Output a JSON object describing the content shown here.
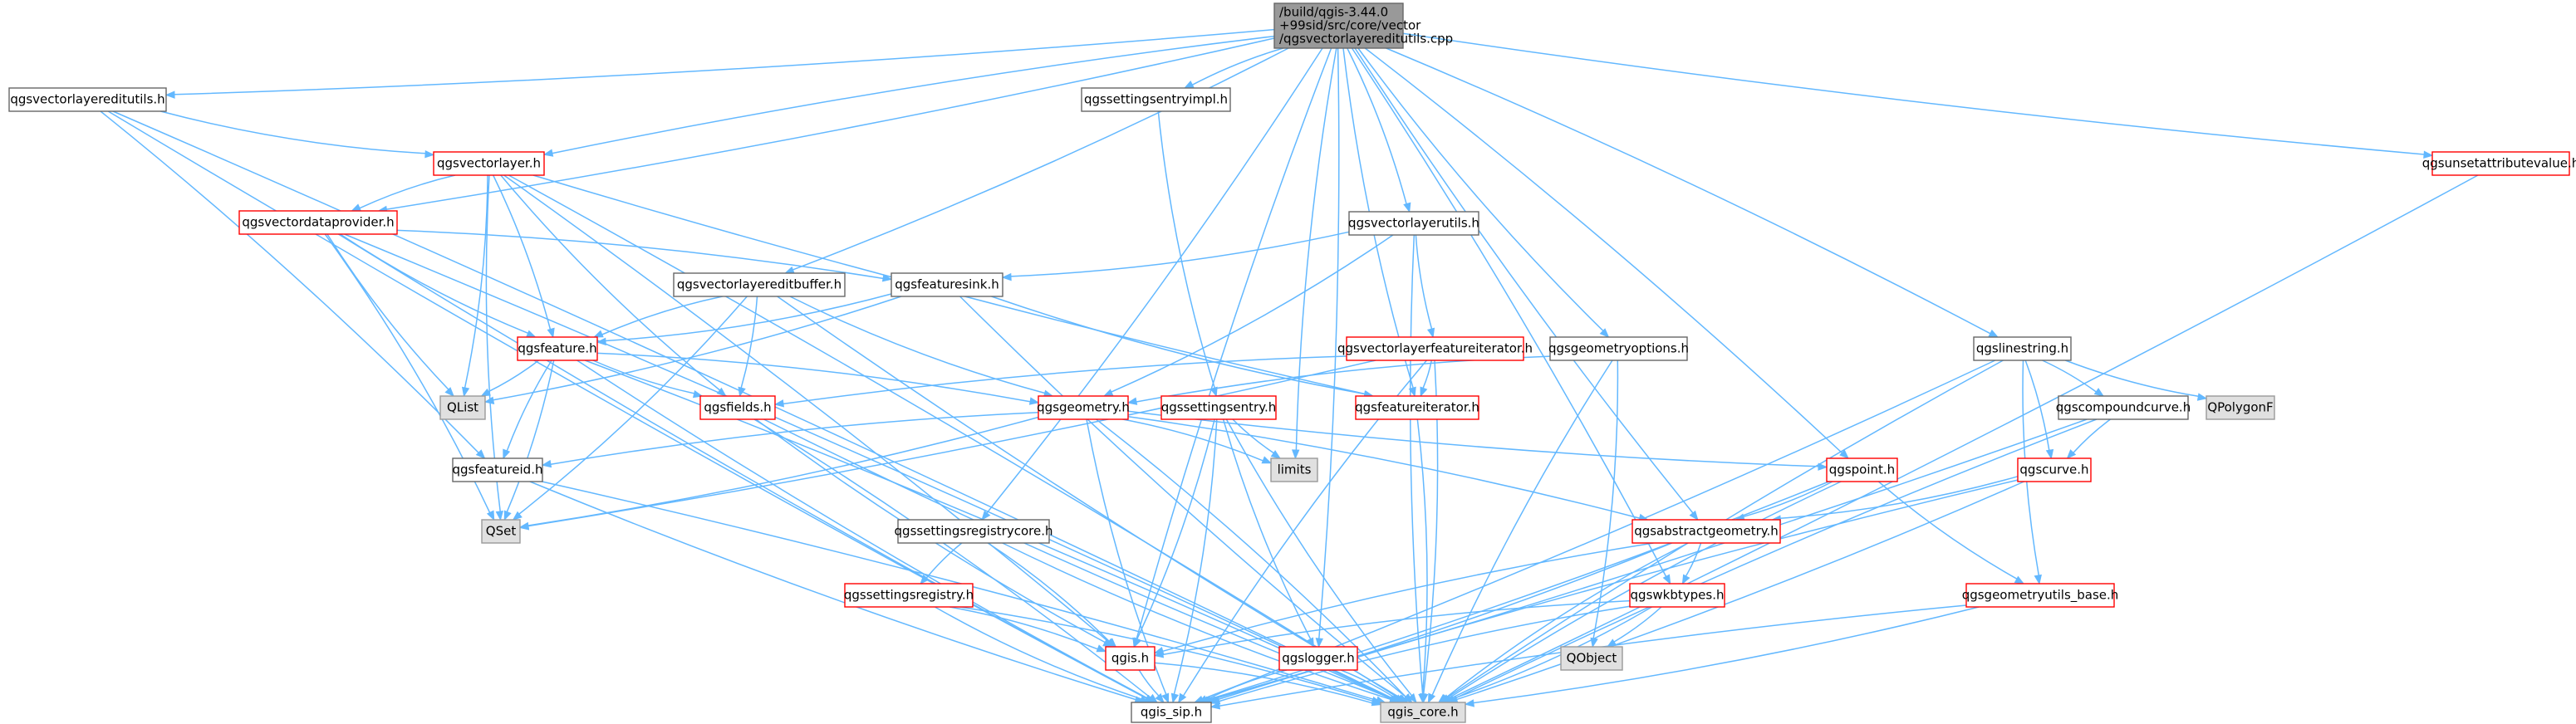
{
  "diagram": {
    "kind": "include-dependency-graph",
    "colors": {
      "edge": "#63b8ff",
      "root_fill": "#999999",
      "root_border": "#666666",
      "normal_fill": "#ffffff",
      "normal_border": "#666666",
      "truncated_border": "#ff0000",
      "external_fill": "#e0e0e0",
      "external_border": "#999999",
      "text": "#000000"
    },
    "nodes": [
      {
        "id": "root",
        "lines": [
          "/build/qgis-3.44.0",
          "+99sid/src/core/vector",
          "/qgsvectorlayereditutils.cpp"
        ],
        "style": "root"
      },
      {
        "id": "qgsvectorlayereditutils_h",
        "lines": [
          "qgsvectorlayereditutils.h"
        ],
        "style": "normal"
      },
      {
        "id": "qgsvectorlayer_h",
        "lines": [
          "qgsvectorlayer.h"
        ],
        "style": "truncated"
      },
      {
        "id": "qgsvectordataprovider_h",
        "lines": [
          "qgsvectordataprovider.h"
        ],
        "style": "truncated"
      },
      {
        "id": "qgssettingsentryimpl_h",
        "lines": [
          "qgssettingsentryimpl.h"
        ],
        "style": "normal"
      },
      {
        "id": "qgsvectorlayerutils_h",
        "lines": [
          "qgsvectorlayerutils.h"
        ],
        "style": "normal"
      },
      {
        "id": "qgsunsetattributevalue_h",
        "lines": [
          "qgsunsetattributevalue.h"
        ],
        "style": "truncated"
      },
      {
        "id": "qgsvectorlayereditbuffer_h",
        "lines": [
          "qgsvectorlayereditbuffer.h"
        ],
        "style": "normal"
      },
      {
        "id": "qgsfeaturesink_h",
        "lines": [
          "qgsfeaturesink.h"
        ],
        "style": "normal"
      },
      {
        "id": "qgsvectorlayerfeatureiterator_h",
        "lines": [
          "qgsvectorlayerfeatureiterator.h"
        ],
        "style": "truncated"
      },
      {
        "id": "qgsgeometryoptions_h",
        "lines": [
          "qgsgeometryoptions.h"
        ],
        "style": "normal"
      },
      {
        "id": "qgslinestring_h",
        "lines": [
          "qgslinestring.h"
        ],
        "style": "normal"
      },
      {
        "id": "qgsfeature_h",
        "lines": [
          "qgsfeature.h"
        ],
        "style": "truncated"
      },
      {
        "id": "QList",
        "lines": [
          "QList"
        ],
        "style": "external"
      },
      {
        "id": "qgsfields_h",
        "lines": [
          "qgsfields.h"
        ],
        "style": "truncated"
      },
      {
        "id": "qgsgeometry_h",
        "lines": [
          "qgsgeometry.h"
        ],
        "style": "truncated"
      },
      {
        "id": "qgssettingsentry_h",
        "lines": [
          "qgssettingsentry.h"
        ],
        "style": "truncated"
      },
      {
        "id": "qgsfeatureiterator_h",
        "lines": [
          "qgsfeatureiterator.h"
        ],
        "style": "truncated"
      },
      {
        "id": "qgscompoundcurve_h",
        "lines": [
          "qgscompoundcurve.h"
        ],
        "style": "normal"
      },
      {
        "id": "QPolygonF",
        "lines": [
          "QPolygonF"
        ],
        "style": "external"
      },
      {
        "id": "limits",
        "lines": [
          "limits"
        ],
        "style": "external"
      },
      {
        "id": "qgspoint_h",
        "lines": [
          "qgspoint.h"
        ],
        "style": "truncated"
      },
      {
        "id": "qgscurve_h",
        "lines": [
          "qgscurve.h"
        ],
        "style": "truncated"
      },
      {
        "id": "qgsfeatureid_h",
        "lines": [
          "qgsfeatureid.h"
        ],
        "style": "normal"
      },
      {
        "id": "QSet",
        "lines": [
          "QSet"
        ],
        "style": "external"
      },
      {
        "id": "qgssettingsregistrycore_h",
        "lines": [
          "qgssettingsregistrycore.h"
        ],
        "style": "normal"
      },
      {
        "id": "qgsabstractgeometry_h",
        "lines": [
          "qgsabstractgeometry.h"
        ],
        "style": "truncated"
      },
      {
        "id": "qgssettingsregistry_h",
        "lines": [
          "qgssettingsregistry.h"
        ],
        "style": "truncated"
      },
      {
        "id": "qgswkbtypes_h",
        "lines": [
          "qgswkbtypes.h"
        ],
        "style": "truncated"
      },
      {
        "id": "qgsgeometryutils_base_h",
        "lines": [
          "qgsgeometryutils_base.h"
        ],
        "style": "truncated"
      },
      {
        "id": "qgis_h",
        "lines": [
          "qgis.h"
        ],
        "style": "truncated"
      },
      {
        "id": "qgslogger_h",
        "lines": [
          "qgslogger.h"
        ],
        "style": "truncated"
      },
      {
        "id": "QObject",
        "lines": [
          "QObject"
        ],
        "style": "external"
      },
      {
        "id": "qgis_sip_h",
        "lines": [
          "qgis_sip.h"
        ],
        "style": "normal"
      },
      {
        "id": "qgis_core_h",
        "lines": [
          "qgis_core.h"
        ],
        "style": "external"
      }
    ],
    "edges": [
      [
        "root",
        "qgsvectorlayereditutils_h"
      ],
      [
        "root",
        "qgsvectorlayer_h"
      ],
      [
        "root",
        "qgsvectordataprovider_h"
      ],
      [
        "root",
        "qgssettingsentryimpl_h"
      ],
      [
        "root",
        "qgsvectorlayerutils_h"
      ],
      [
        "root",
        "qgsunsetattributevalue_h"
      ],
      [
        "root",
        "qgsvectorlayereditbuffer_h"
      ],
      [
        "root",
        "qgsgeometryoptions_h"
      ],
      [
        "root",
        "qgslinestring_h"
      ],
      [
        "root",
        "qgsfeatureiterator_h"
      ],
      [
        "root",
        "qgssettingsregistrycore_h"
      ],
      [
        "root",
        "qgsabstractgeometry_h"
      ],
      [
        "root",
        "qgswkbtypes_h"
      ],
      [
        "root",
        "qgis_h"
      ],
      [
        "root",
        "qgslogger_h"
      ],
      [
        "root",
        "limits"
      ],
      [
        "root",
        "qgspoint_h"
      ],
      [
        "qgsvectorlayereditutils_h",
        "qgsvectorlayer_h"
      ],
      [
        "qgsvectorlayereditutils_h",
        "qgsfeatureid_h"
      ],
      [
        "qgsvectorlayereditutils_h",
        "qgis_sip_h"
      ],
      [
        "qgsvectorlayereditutils_h",
        "qgis_core_h"
      ],
      [
        "qgsvectorlayer_h",
        "qgsvectordataprovider_h"
      ],
      [
        "qgsvectorlayer_h",
        "qgsfeature_h"
      ],
      [
        "qgsvectorlayer_h",
        "qgsfields_h"
      ],
      [
        "qgsvectorlayer_h",
        "QList"
      ],
      [
        "qgsvectorlayer_h",
        "QSet"
      ],
      [
        "qgsvectorlayer_h",
        "qgis_h"
      ],
      [
        "qgsvectorlayer_h",
        "qgsfeatureiterator_h"
      ],
      [
        "qgsvectorlayer_h",
        "qgis_core_h"
      ],
      [
        "qgsvectordataprovider_h",
        "qgsfeature_h"
      ],
      [
        "qgsvectordataprovider_h",
        "qgsfeaturesink_h"
      ],
      [
        "qgsvectordataprovider_h",
        "QList"
      ],
      [
        "qgsvectordataprovider_h",
        "QSet"
      ],
      [
        "qgsvectordataprovider_h",
        "qgis_sip_h"
      ],
      [
        "qgsvectordataprovider_h",
        "qgis_core_h"
      ],
      [
        "qgssettingsentryimpl_h",
        "qgssettingsentry_h"
      ],
      [
        "qgsvectorlayerutils_h",
        "qgsfeaturesink_h"
      ],
      [
        "qgsvectorlayerutils_h",
        "qgsvectorlayerfeatureiterator_h"
      ],
      [
        "qgsvectorlayerutils_h",
        "qgsgeometry_h"
      ],
      [
        "qgsvectorlayerutils_h",
        "qgis_core_h"
      ],
      [
        "qgsunsetattributevalue_h",
        "qgis_core_h"
      ],
      [
        "qgsvectorlayereditbuffer_h",
        "qgsfeature_h"
      ],
      [
        "qgsvectorlayereditbuffer_h",
        "qgsfields_h"
      ],
      [
        "qgsvectorlayereditbuffer_h",
        "qgsgeometry_h"
      ],
      [
        "qgsvectorlayereditbuffer_h",
        "QSet"
      ],
      [
        "qgsvectorlayereditbuffer_h",
        "qgis_core_h"
      ],
      [
        "qgsfeaturesink_h",
        "qgsfeature_h"
      ],
      [
        "qgsfeaturesink_h",
        "qgsfeatureiterator_h"
      ],
      [
        "qgsfeaturesink_h",
        "QList"
      ],
      [
        "qgsfeaturesink_h",
        "qgis_core_h"
      ],
      [
        "qgsvectorlayerfeatureiterator_h",
        "qgsfeatureiterator_h"
      ],
      [
        "qgsvectorlayerfeatureiterator_h",
        "qgsfields_h"
      ],
      [
        "qgsvectorlayerfeatureiterator_h",
        "QSet"
      ],
      [
        "qgsvectorlayerfeatureiterator_h",
        "qgis_sip_h"
      ],
      [
        "qgsvectorlayerfeatureiterator_h",
        "qgis_core_h"
      ],
      [
        "qgsgeometryoptions_h",
        "qgsgeometry_h"
      ],
      [
        "qgsgeometryoptions_h",
        "QObject"
      ],
      [
        "qgsgeometryoptions_h",
        "qgis_core_h"
      ],
      [
        "qgslinestring_h",
        "qgscompoundcurve_h"
      ],
      [
        "qgslinestring_h",
        "QPolygonF"
      ],
      [
        "qgslinestring_h",
        "qgscurve_h"
      ],
      [
        "qgslinestring_h",
        "qgsgeometryutils_base_h"
      ],
      [
        "qgslinestring_h",
        "qgis_sip_h"
      ],
      [
        "qgslinestring_h",
        "qgis_core_h"
      ],
      [
        "qgsfeature_h",
        "QList"
      ],
      [
        "qgsfeature_h",
        "qgsfields_h"
      ],
      [
        "qgsfeature_h",
        "qgsgeometry_h"
      ],
      [
        "qgsfeature_h",
        "qgsfeatureid_h"
      ],
      [
        "qgsfeature_h",
        "QSet"
      ],
      [
        "qgsfeature_h",
        "qgis_sip_h"
      ],
      [
        "qgsfeature_h",
        "qgis_core_h"
      ],
      [
        "qgsfields_h",
        "qgis_h"
      ],
      [
        "qgsfields_h",
        "qgis_sip_h"
      ],
      [
        "qgsfields_h",
        "qgis_core_h"
      ],
      [
        "qgsgeometry_h",
        "limits"
      ],
      [
        "qgsgeometry_h",
        "qgspoint_h"
      ],
      [
        "qgsgeometry_h",
        "qgsabstractgeometry_h"
      ],
      [
        "qgsgeometry_h",
        "qgsfeatureid_h"
      ],
      [
        "qgsgeometry_h",
        "QSet"
      ],
      [
        "qgsgeometry_h",
        "qgis_sip_h"
      ],
      [
        "qgsgeometry_h",
        "qgis_core_h"
      ],
      [
        "qgssettingsentry_h",
        "limits"
      ],
      [
        "qgssettingsentry_h",
        "qgis_h"
      ],
      [
        "qgssettingsentry_h",
        "qgslogger_h"
      ],
      [
        "qgssettingsentry_h",
        "qgis_sip_h"
      ],
      [
        "qgssettingsentry_h",
        "qgis_core_h"
      ],
      [
        "qgsfeatureiterator_h",
        "qgis_core_h"
      ],
      [
        "qgscompoundcurve_h",
        "qgscurve_h"
      ],
      [
        "qgscompoundcurve_h",
        "qgis_sip_h"
      ],
      [
        "qgscompoundcurve_h",
        "qgis_core_h"
      ],
      [
        "qgspoint_h",
        "qgsabstractgeometry_h"
      ],
      [
        "qgspoint_h",
        "qgsgeometryutils_base_h"
      ],
      [
        "qgspoint_h",
        "qgis_sip_h"
      ],
      [
        "qgspoint_h",
        "qgis_core_h"
      ],
      [
        "qgscurve_h",
        "qgsabstractgeometry_h"
      ],
      [
        "qgscurve_h",
        "qgis_sip_h"
      ],
      [
        "qgscurve_h",
        "qgis_core_h"
      ],
      [
        "qgsfeatureid_h",
        "qgis_sip_h"
      ],
      [
        "qgsfeatureid_h",
        "qgis_core_h"
      ],
      [
        "qgssettingsregistrycore_h",
        "qgssettingsregistry_h"
      ],
      [
        "qgssettingsregistrycore_h",
        "qgis_h"
      ],
      [
        "qgssettingsregistrycore_h",
        "qgis_core_h"
      ],
      [
        "qgsabstractgeometry_h",
        "qgswkbtypes_h"
      ],
      [
        "qgsabstractgeometry_h",
        "qgis_h"
      ],
      [
        "qgsabstractgeometry_h",
        "qgis_sip_h"
      ],
      [
        "qgsabstractgeometry_h",
        "qgis_core_h"
      ],
      [
        "qgssettingsregistry_h",
        "qgis_h"
      ],
      [
        "qgssettingsregistry_h",
        "qgis_sip_h"
      ],
      [
        "qgssettingsregistry_h",
        "qgis_core_h"
      ],
      [
        "qgswkbtypes_h",
        "qgis_h"
      ],
      [
        "qgswkbtypes_h",
        "QObject"
      ],
      [
        "qgswkbtypes_h",
        "qgis_sip_h"
      ],
      [
        "qgswkbtypes_h",
        "qgis_core_h"
      ],
      [
        "qgsgeometryutils_base_h",
        "qgis_sip_h"
      ],
      [
        "qgsgeometryutils_base_h",
        "qgis_core_h"
      ],
      [
        "qgis_h",
        "qgis_sip_h"
      ],
      [
        "qgis_h",
        "qgis_core_h"
      ],
      [
        "qgslogger_h",
        "qgis_sip_h"
      ],
      [
        "qgslogger_h",
        "qgis_core_h"
      ]
    ]
  }
}
